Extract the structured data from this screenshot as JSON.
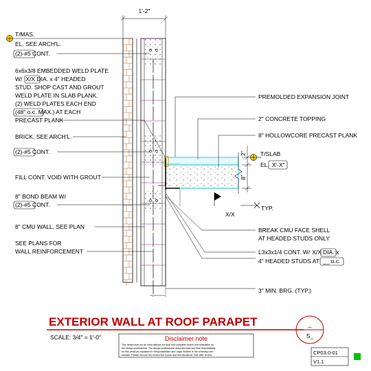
{
  "drawing": {
    "dimension_top": "1'-2\"",
    "dimension_right": "8\"",
    "dimension_right_small": "2\"",
    "dimension_slab_label": "X/X",
    "colors": {
      "line": "#000000",
      "brick": "#b5651d",
      "topping": "#00bcd4",
      "leader_highlight": "#ff0000",
      "hatch": "#7a2f7a",
      "title": "#c00000",
      "marker": "#ffd600",
      "status": "#00c000"
    }
  },
  "labels_left": [
    {
      "text": "T/MAS."
    },
    {
      "text": "EL. SEE ARCH'L."
    },
    {
      "boxed": "(2)-#5",
      "text": " CONT."
    },
    {
      "text": "6x6x3/8 EMBEDDED WELD PLATE"
    },
    {
      "text": "W/",
      "boxed": "X/X",
      "suffix": " DIA. x 4\" HEADED"
    },
    {
      "text": "STUD. SHOP CAST AND GROUT"
    },
    {
      "text": "WELD PLATE IN SLAB PLANK."
    },
    {
      "text": "(2) WELD PLATES EACH END"
    },
    {
      "boxed": "(48\" o.c.",
      "text": " MAX.) AT EACH"
    },
    {
      "text": "PRECAST PLANK"
    },
    {
      "text": "BRICK, SEE ARCH'L."
    },
    {
      "boxed": "(2)-#5",
      "text": " CONT."
    },
    {
      "text": "FILL CONT. VOID WITH GROUT"
    },
    {
      "text": "8\" BOND BEAM W/"
    },
    {
      "boxed": "(2)-#5",
      "text": " CONT."
    },
    {
      "text": "8\" CMU WALL, SEE PLAN"
    },
    {
      "text": "SEE PLANS FOR"
    },
    {
      "text": "WALL REINFORCEMENT"
    }
  ],
  "labels_right": [
    {
      "text": "PREMOLDED EXPANSION JOINT"
    },
    {
      "text": "2\" CONCRETE TOPPING"
    },
    {
      "text": "8\" HOLLOWCORE PRECAST PLANK"
    },
    {
      "text": "T/SLAB"
    },
    {
      "text": "EL.",
      "boxed": "X'-X\""
    },
    {
      "text": "TYP."
    },
    {
      "text": "BREAK CMU FACE SHELL"
    },
    {
      "text": "AT HEADED STUDS ONLY"
    },
    {
      "text": "L3x3x1/4 CONT. W/",
      "boxed": "X/X",
      "suffix": " DIA. x"
    },
    {
      "text": "4\" HEADED STUDS AT",
      "boxed": "__ o.c."
    },
    {
      "text": "3\" MIN. BRG. (TYP.)"
    }
  ],
  "title": {
    "text": "EXTERIOR WALL AT ROOF PARAPET",
    "scale": "SCALE: 3/4\" = 1'-0\""
  },
  "disclaimer": {
    "heading": "Disclaimer note",
    "lines": [
      "This detail must not be used without the final and complete review and evaluation by",
      "the design professional. The design professional assumes total and final responsibility",
      "for this detail as explained in Responsibilities and Legal Notices in the cmumap.com",
      "website. Please remove the review text boxes and this disclaimer note after review."
    ]
  },
  "callout": {
    "top": "_",
    "bottom": "S_"
  },
  "sheet": {
    "number": "CP03.0-01",
    "version": "V1.1"
  }
}
